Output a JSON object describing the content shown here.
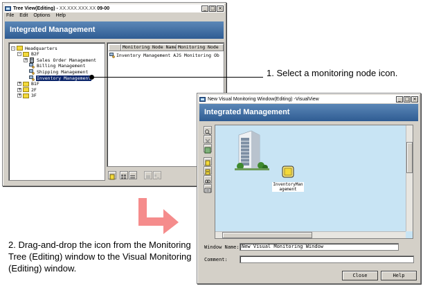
{
  "tree_window": {
    "title": "Tree View(Editing) - ",
    "title_host": "XX.XXX.XXX.XX",
    "title_suffix": " 09-00",
    "menu": [
      "File",
      "Edit",
      "Options",
      "Help"
    ],
    "banner": "Integrated Management",
    "tree": [
      {
        "label": "Headquarters",
        "level": 0,
        "expander": "-",
        "icon": "folder-icon"
      },
      {
        "label": "B2F",
        "level": 1,
        "expander": "-",
        "icon": "folder-icon"
      },
      {
        "label": "Sales Order Management",
        "level": 2,
        "expander": "+",
        "icon": "server-icon"
      },
      {
        "label": "Billing Management",
        "level": 2,
        "expander": "",
        "icon": "node-icon"
      },
      {
        "label": "Shipping Management",
        "level": 2,
        "expander": "",
        "icon": "node-icon"
      },
      {
        "label": "Inventory Management",
        "level": 2,
        "expander": "",
        "icon": "node-icon",
        "selected": true
      },
      {
        "label": "B1F",
        "level": 1,
        "expander": "+",
        "icon": "folder-icon"
      },
      {
        "label": "2F",
        "level": 1,
        "expander": "+",
        "icon": "folder-icon"
      },
      {
        "label": "3F",
        "level": 1,
        "expander": "+",
        "icon": "folder-icon"
      }
    ],
    "list_columns": [
      "Monitoring Node Name",
      "Monitoring Node "
    ],
    "list_rows": [
      {
        "name": "Inventory Management",
        "type": "AJS Monitoring Ob"
      }
    ]
  },
  "visual_window": {
    "title": "New Visual Monitoring Window(Editing) -VisualView",
    "banner": "Integrated Management",
    "node_label_line1": "InventoryMan",
    "node_label_line2": "agement",
    "window_name_label": "Window Name:",
    "window_name_value": "New Visual Monitoring Window",
    "comment_label": "Comment:",
    "comment_value": "",
    "close_button": "Close",
    "help_button": "Help"
  },
  "callouts": {
    "step1": "1. Select a monitoring node icon.",
    "step2": "2. Drag-and-drop the icon from the Monitoring Tree (Editing) window to the Visual Monitoring (Editing) window."
  },
  "colors": {
    "banner": "#3a6aa3",
    "selection": "#0a246a",
    "arrow": "#f58c8c",
    "canvas": "#c8e4f4"
  }
}
